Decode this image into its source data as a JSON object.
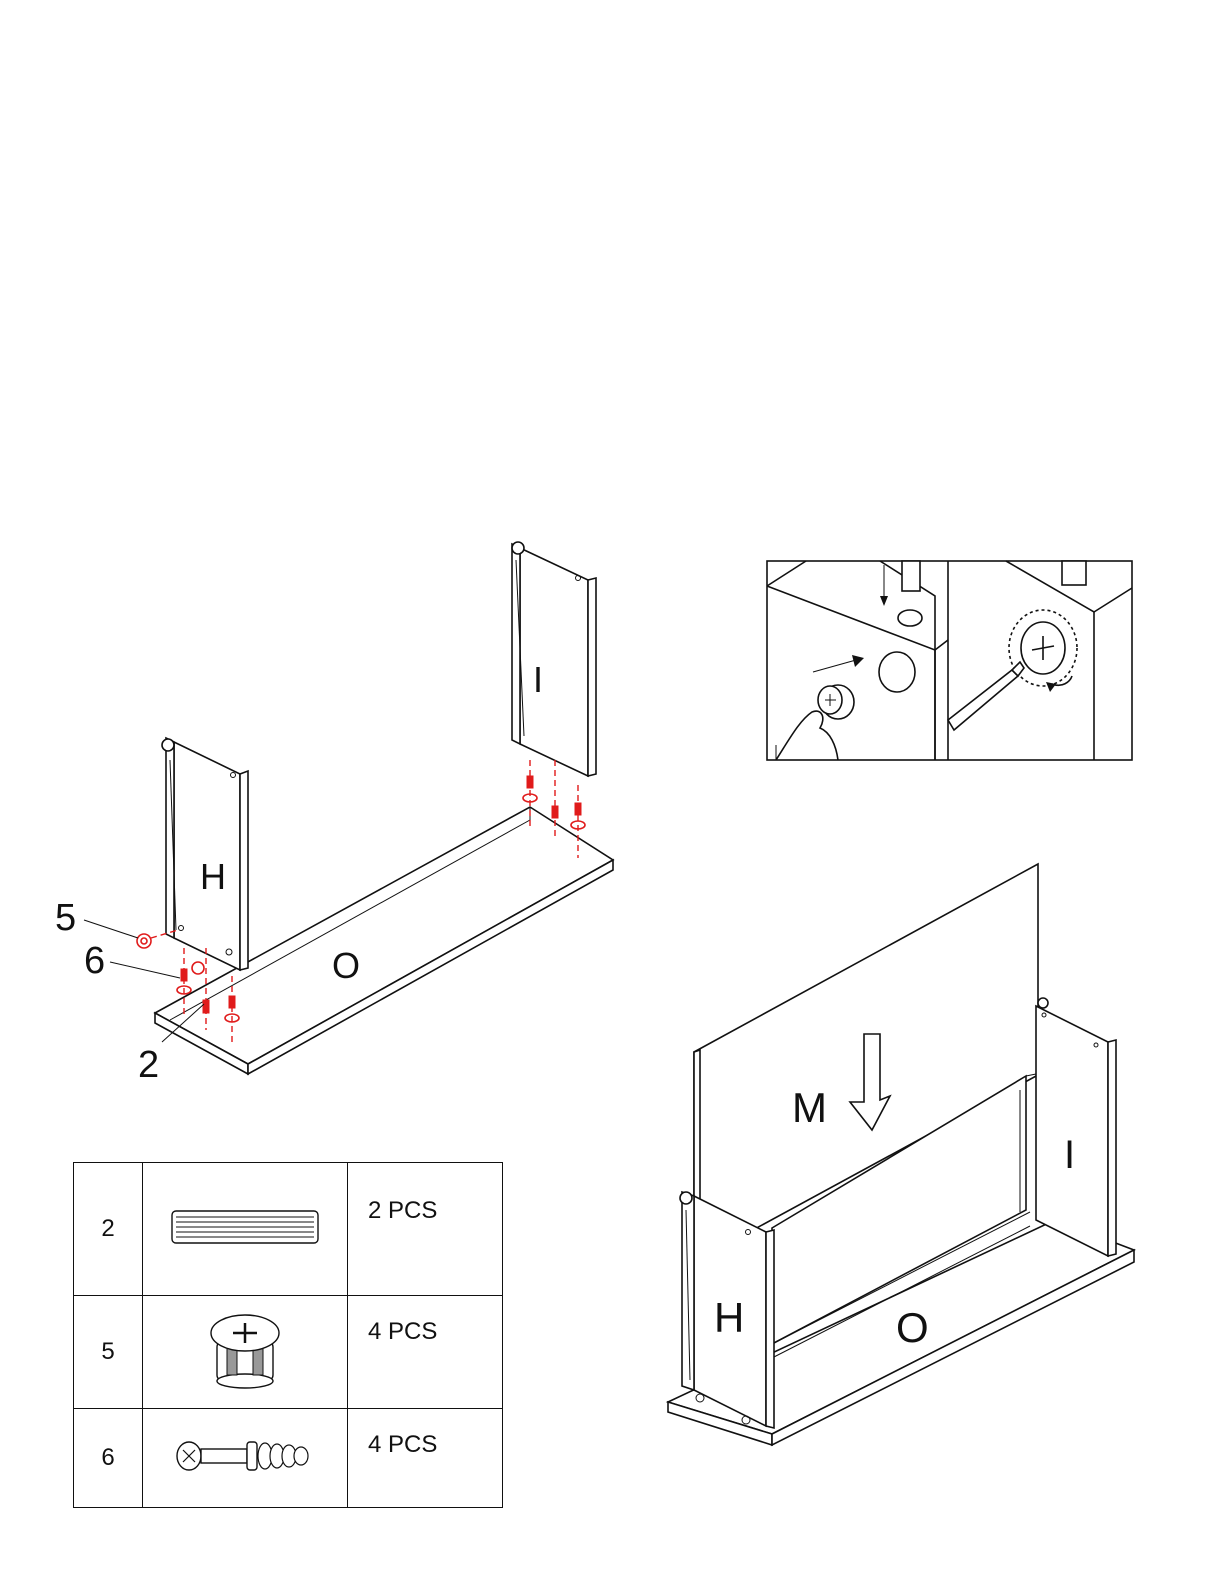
{
  "left_figure": {
    "panel_labels": {
      "h": "H",
      "i": "I",
      "o": "O"
    },
    "callouts": {
      "c5": "5",
      "c6": "6",
      "c2": "2"
    }
  },
  "detail_inset": {
    "icons": [
      "cam-lock-insert-icon",
      "screwdriver-icon",
      "hand-icon"
    ]
  },
  "right_figure": {
    "panel_labels": {
      "m": "M",
      "i": "I",
      "h": "H",
      "o": "O"
    }
  },
  "parts_table": {
    "rows": [
      {
        "number": "2",
        "icon": "wooden-dowel-icon",
        "quantity": "2 PCS"
      },
      {
        "number": "5",
        "icon": "cam-lock-icon",
        "quantity": "4 PCS"
      },
      {
        "number": "6",
        "icon": "cam-bolt-icon",
        "quantity": "4 PCS"
      }
    ]
  },
  "colors": {
    "line": "#111111",
    "hardware": "#e01b1b",
    "background": "#ffffff"
  }
}
